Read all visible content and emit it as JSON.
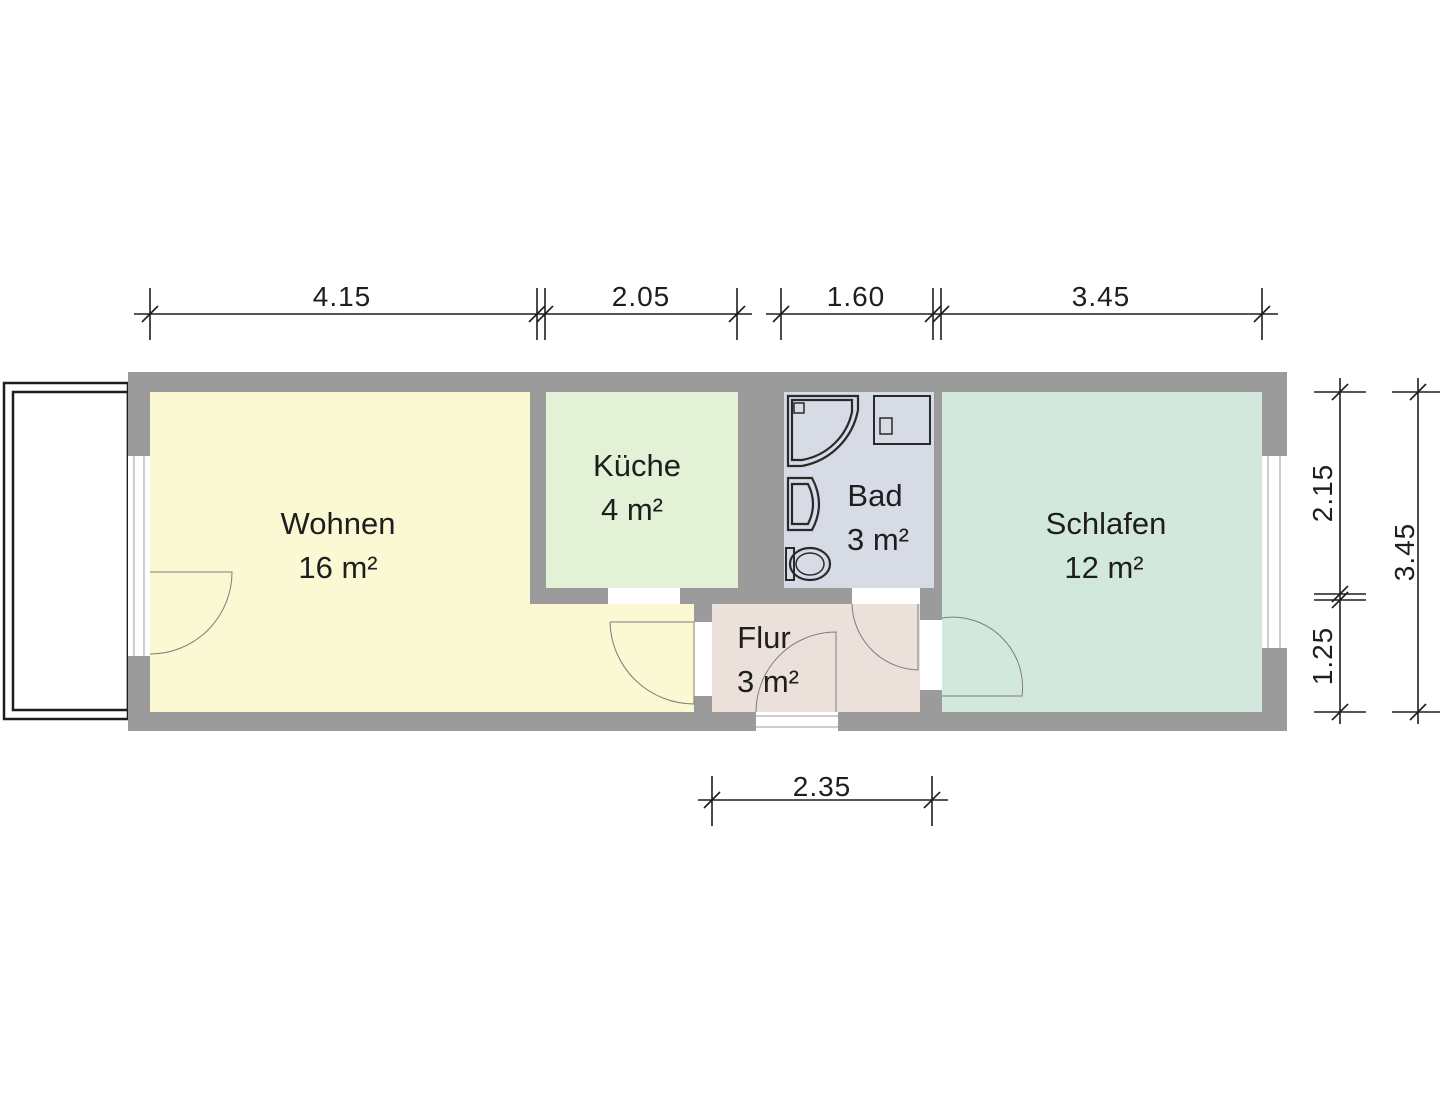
{
  "colors": {
    "wall": "#9b9b9b",
    "wohnen": "#fbf9d3",
    "kueche": "#e3f1d6",
    "bad": "#d6dbe6",
    "schlafen": "#d3e8dc",
    "flur": "#ece0db",
    "dimension": "#1e1e1e"
  },
  "rooms": {
    "wohnen": {
      "name": "Wohnen",
      "area": "16 m²"
    },
    "kueche": {
      "name": "Küche",
      "area": "4 m²"
    },
    "bad": {
      "name": "Bad",
      "area": "3 m²"
    },
    "schlafen": {
      "name": "Schlafen",
      "area": "12 m²"
    },
    "flur": {
      "name": "Flur",
      "area": "3 m²"
    }
  },
  "dimensions": {
    "top": [
      "4.15",
      "2.05",
      "1.60",
      "3.45"
    ],
    "bottom": [
      "2.35"
    ],
    "right_inner": [
      "2.15",
      "1.25"
    ],
    "right_outer": [
      "3.45"
    ]
  },
  "fixtures": [
    "shower-icon",
    "washbasin-icon",
    "toilet-icon",
    "washing-machine-icon"
  ]
}
